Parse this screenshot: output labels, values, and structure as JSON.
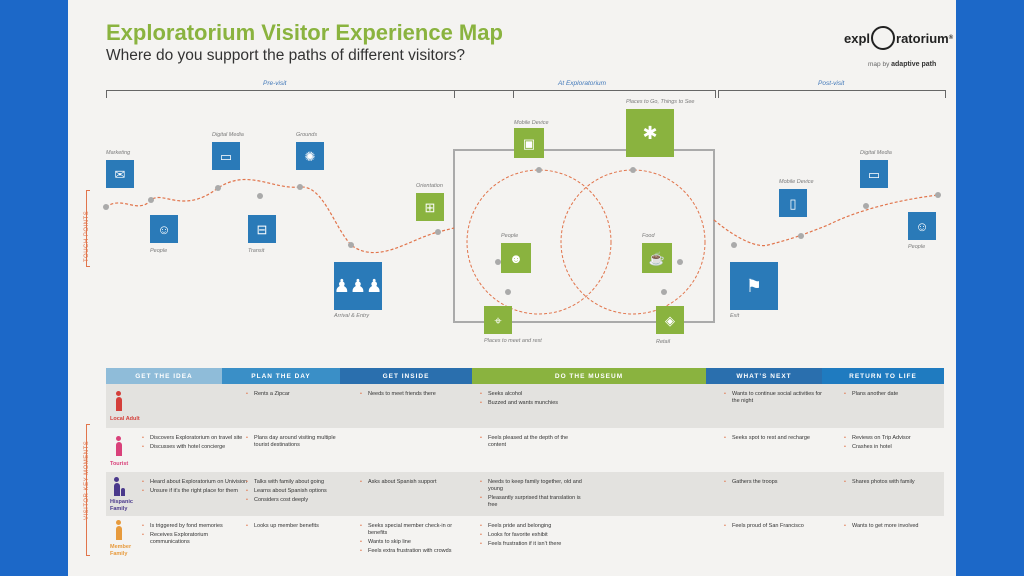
{
  "title": "Exploratorium Visitor Experience Map",
  "subtitle": "Where do you support the paths of different visitors?",
  "logo": {
    "left": "expl",
    "right": "ratorium",
    "mark": "®",
    "byline_prefix": "map by",
    "byline_brand": "adaptive path"
  },
  "phases": [
    "Pre-visit",
    "At Exploratorium",
    "Post-visit"
  ],
  "side_labels": {
    "touch_points": "TOUCH POINTS",
    "key_moments": "VISITOR KEY MOMENTS"
  },
  "touchpoints": {
    "marketing": "Marketing",
    "digital_media": "Digital Media",
    "grounds": "Grounds",
    "people": "People",
    "transit": "Transit",
    "orientation": "Orientation",
    "arrival": "Arrival & Entry",
    "mobile_device": "Mobile Device",
    "places": "Places to Go, Things to See",
    "people_at": "People",
    "food": "Food",
    "meet": "Places to meet and rest",
    "retail": "Retail",
    "mobile_device_post": "Mobile Device",
    "digital_media_post": "Digital Media",
    "exit": "Exit",
    "people_post": "People"
  },
  "icons": {
    "marketing": "mail-icon",
    "digital_media": "monitor-icon",
    "grounds": "brain-icon",
    "people": "person-chat-icon",
    "transit": "train-icon",
    "orientation": "map-book-icon",
    "arrival": "family-icon",
    "mobile": "photo-icon",
    "places": "sculpture-icon",
    "people_at": "chat-person-icon",
    "food": "cup-icon",
    "meet": "pin-icon",
    "retail": "tag-icon",
    "mobile_post": "phone-icon",
    "digital_post": "monitor-icon",
    "exit": "signpost-icon",
    "people_post": "person-chat-icon"
  },
  "stages": [
    "GET THE IDEA",
    "PLAN THE DAY",
    "GET INSIDE",
    "DO THE MUSEUM",
    "WHAT’S NEXT",
    "RETURN TO LIFE"
  ],
  "colors": {
    "title_green": "#8ab33f",
    "icon_blue": "#2a7ab8",
    "path_orange": "#e1744b",
    "local_adult": "#d43f3a",
    "tourist": "#d9417a",
    "hispanic": "#4b3a8c",
    "member": "#e79a3c"
  },
  "personas": [
    {
      "label": "Local Adult",
      "cells": [
        [],
        [
          "Rents a Zipcar"
        ],
        [
          "Needs to meet friends there"
        ],
        [
          "Seeks alcohol",
          "Buzzed and wants munchies"
        ],
        [
          "Wants to continue social activities for the night"
        ],
        [
          "Plans another date"
        ]
      ]
    },
    {
      "label": "Tourist",
      "cells": [
        [
          "Discovers Exploratorium on travel site",
          "Discusses with hotel concierge"
        ],
        [
          "Plans day around visiting multiple tourist destinations"
        ],
        [],
        [
          "Feels pleased at the depth of the content"
        ],
        [
          "Seeks spot to rest and recharge"
        ],
        [
          "Reviews on Trip Advisor",
          "Crashes in hotel"
        ]
      ]
    },
    {
      "label": "Hispanic Family",
      "cells": [
        [
          "Heard about Exploratorium on Univision",
          "Unsure if it’s the right place for them"
        ],
        [
          "Talks with family about going",
          "Learns about Spanish options",
          "Considers cost deeply"
        ],
        [
          "Asks about Spanish support"
        ],
        [
          "Needs to keep family together, old and young",
          "Pleasantly surprised that translation is free"
        ],
        [
          "Gathers the troops"
        ],
        [
          "Shares photos with family"
        ]
      ]
    },
    {
      "label": "Member Family",
      "cells": [
        [
          "Is triggered by fond memories",
          "Receives Exploratorium communications"
        ],
        [
          "Looks up member benefits"
        ],
        [
          "Seeks special member check-in or benefits",
          "Wants to skip line",
          "Feels extra frustration with crowds"
        ],
        [
          "Feels pride and belonging",
          "Looks for favorite exhibit",
          "Feels frustration if it isn’t there"
        ],
        [
          "Feels proud of San Francisco"
        ],
        [
          "Wants to get more involved"
        ]
      ]
    }
  ]
}
